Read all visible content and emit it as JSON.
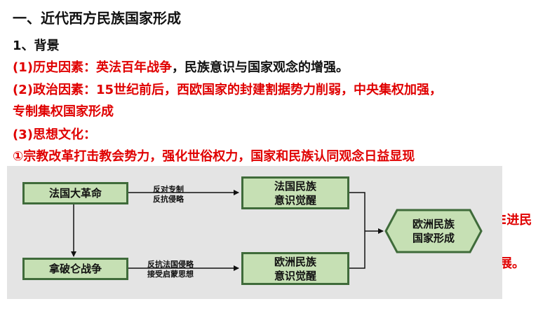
{
  "heading": "一、近代西方民族国家形成",
  "section": "1、背景",
  "lines": {
    "l1_red": "(1)历史因素：英法百年战争",
    "l1_black": "，民族意识与国家观念的增强。",
    "l2": "(2)政治因素：15世纪前后，西欧国家的封建割据势力削弱，中央集权加强，",
    "l3": "专制集权国家形成",
    "l4": "(3)思想文化：",
    "l5": "①宗教改革打击教会势力，强化世俗权力，国家和民族认同观念日益显现"
  },
  "diagram": {
    "box_revolution": "法国大革命",
    "box_napoleon": "拿破仑战争",
    "label_top_1": "反对专制",
    "label_top_2": "反抗侵略",
    "label_bottom_1": "反抗法国侵略",
    "label_bottom_2": "接受启蒙思想",
    "box_france_1": "法国民族",
    "box_france_2": "意识觉醒",
    "box_europe_1": "欧洲民族",
    "box_europe_2": "意识觉醒",
    "result_1": "欧洲民族",
    "result_2": "国家形成"
  },
  "fragments": {
    "f1": "E进民",
    "f2": "展。"
  },
  "colors": {
    "emphasis": "#e00000",
    "box_fill": "#c6e0b4",
    "box_border": "#3f6b3a",
    "panel": "#e4e4e4"
  }
}
